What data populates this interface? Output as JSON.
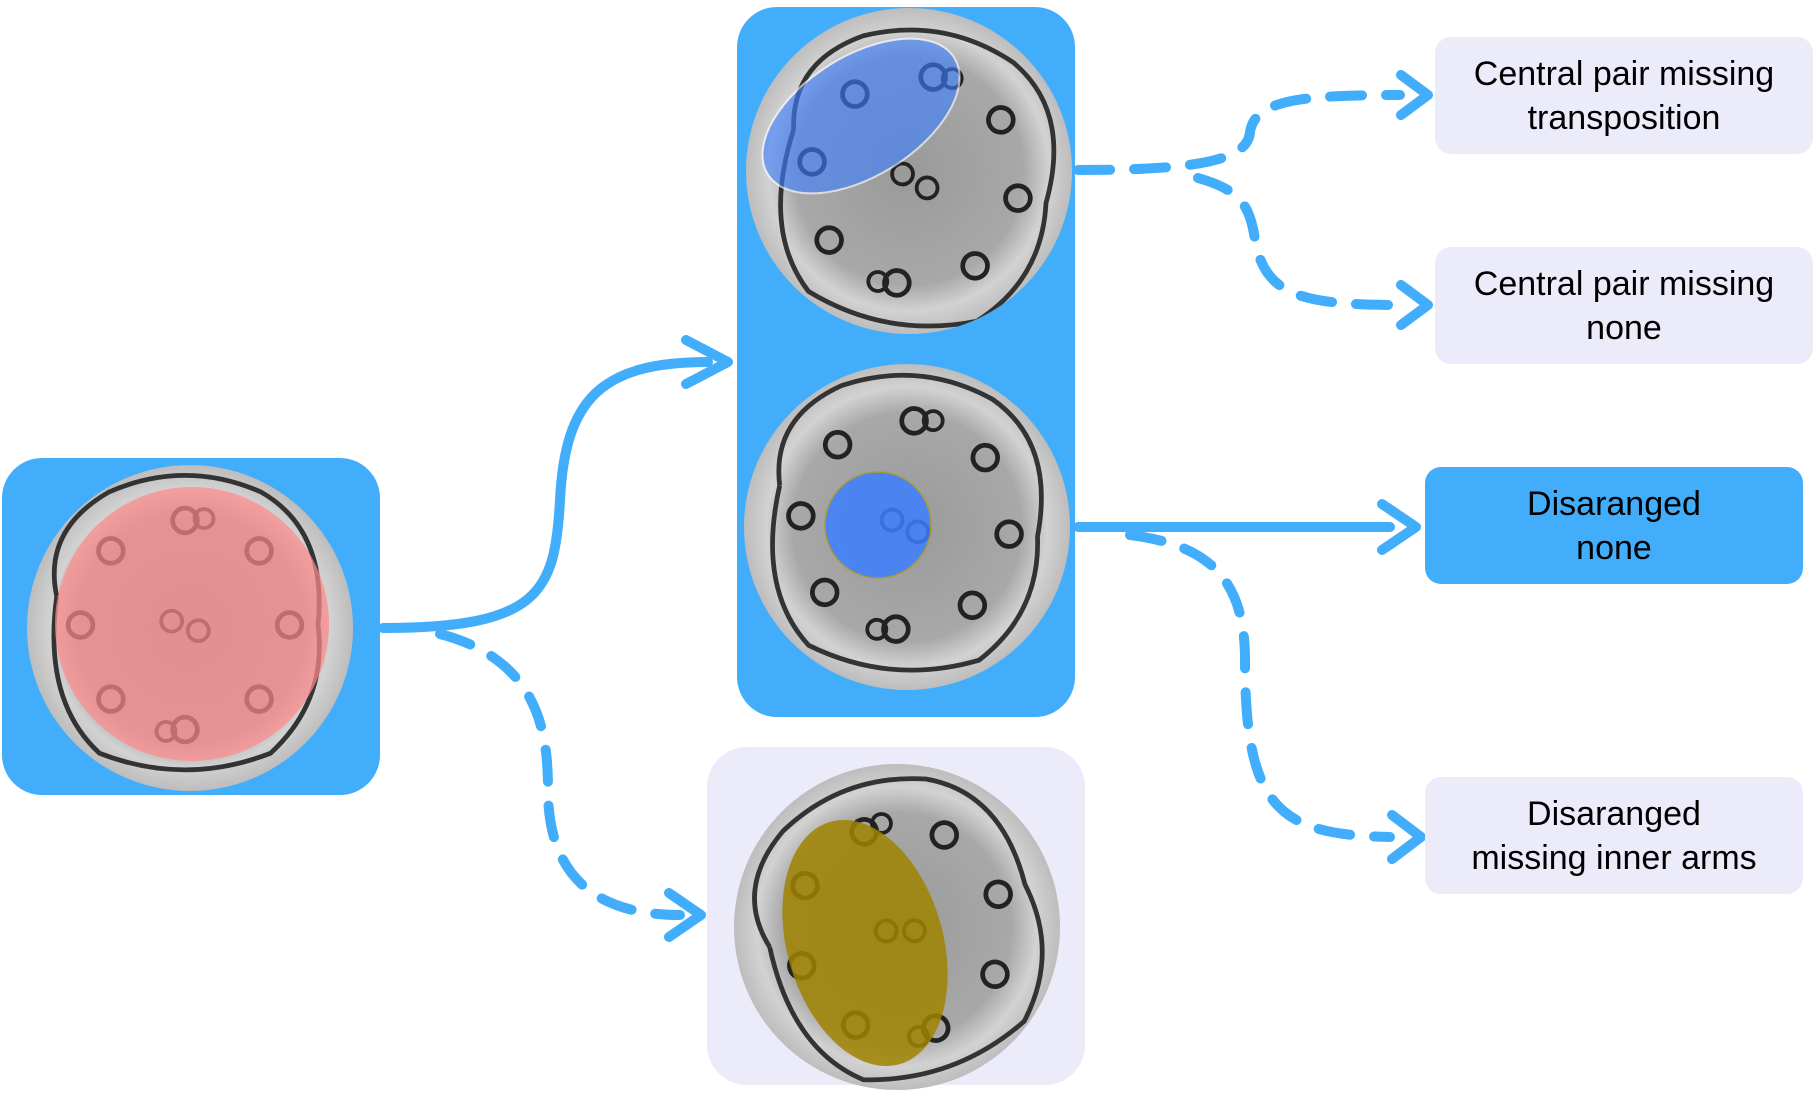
{
  "colors": {
    "accent_blue": "#42aefb",
    "light_panel": "#ecebfa",
    "highlight_red": "#ff8a8a",
    "highlight_blue": "#3d7fff",
    "highlight_olive": "#a08400",
    "micrograph_gray": "#c8c8c8"
  },
  "icons": {
    "micrograph": "axoneme-cross-section-micrograph"
  },
  "labels": {
    "cp_transposition": {
      "line1": "Central pair missing",
      "line2": "transposition"
    },
    "cp_none": {
      "line1": "Central pair missing",
      "line2": "none"
    },
    "dis_none": {
      "line1": "Disaranged",
      "line2": "none"
    },
    "dis_inner": {
      "line1": "Disaranged",
      "line2": "missing inner arms"
    }
  }
}
